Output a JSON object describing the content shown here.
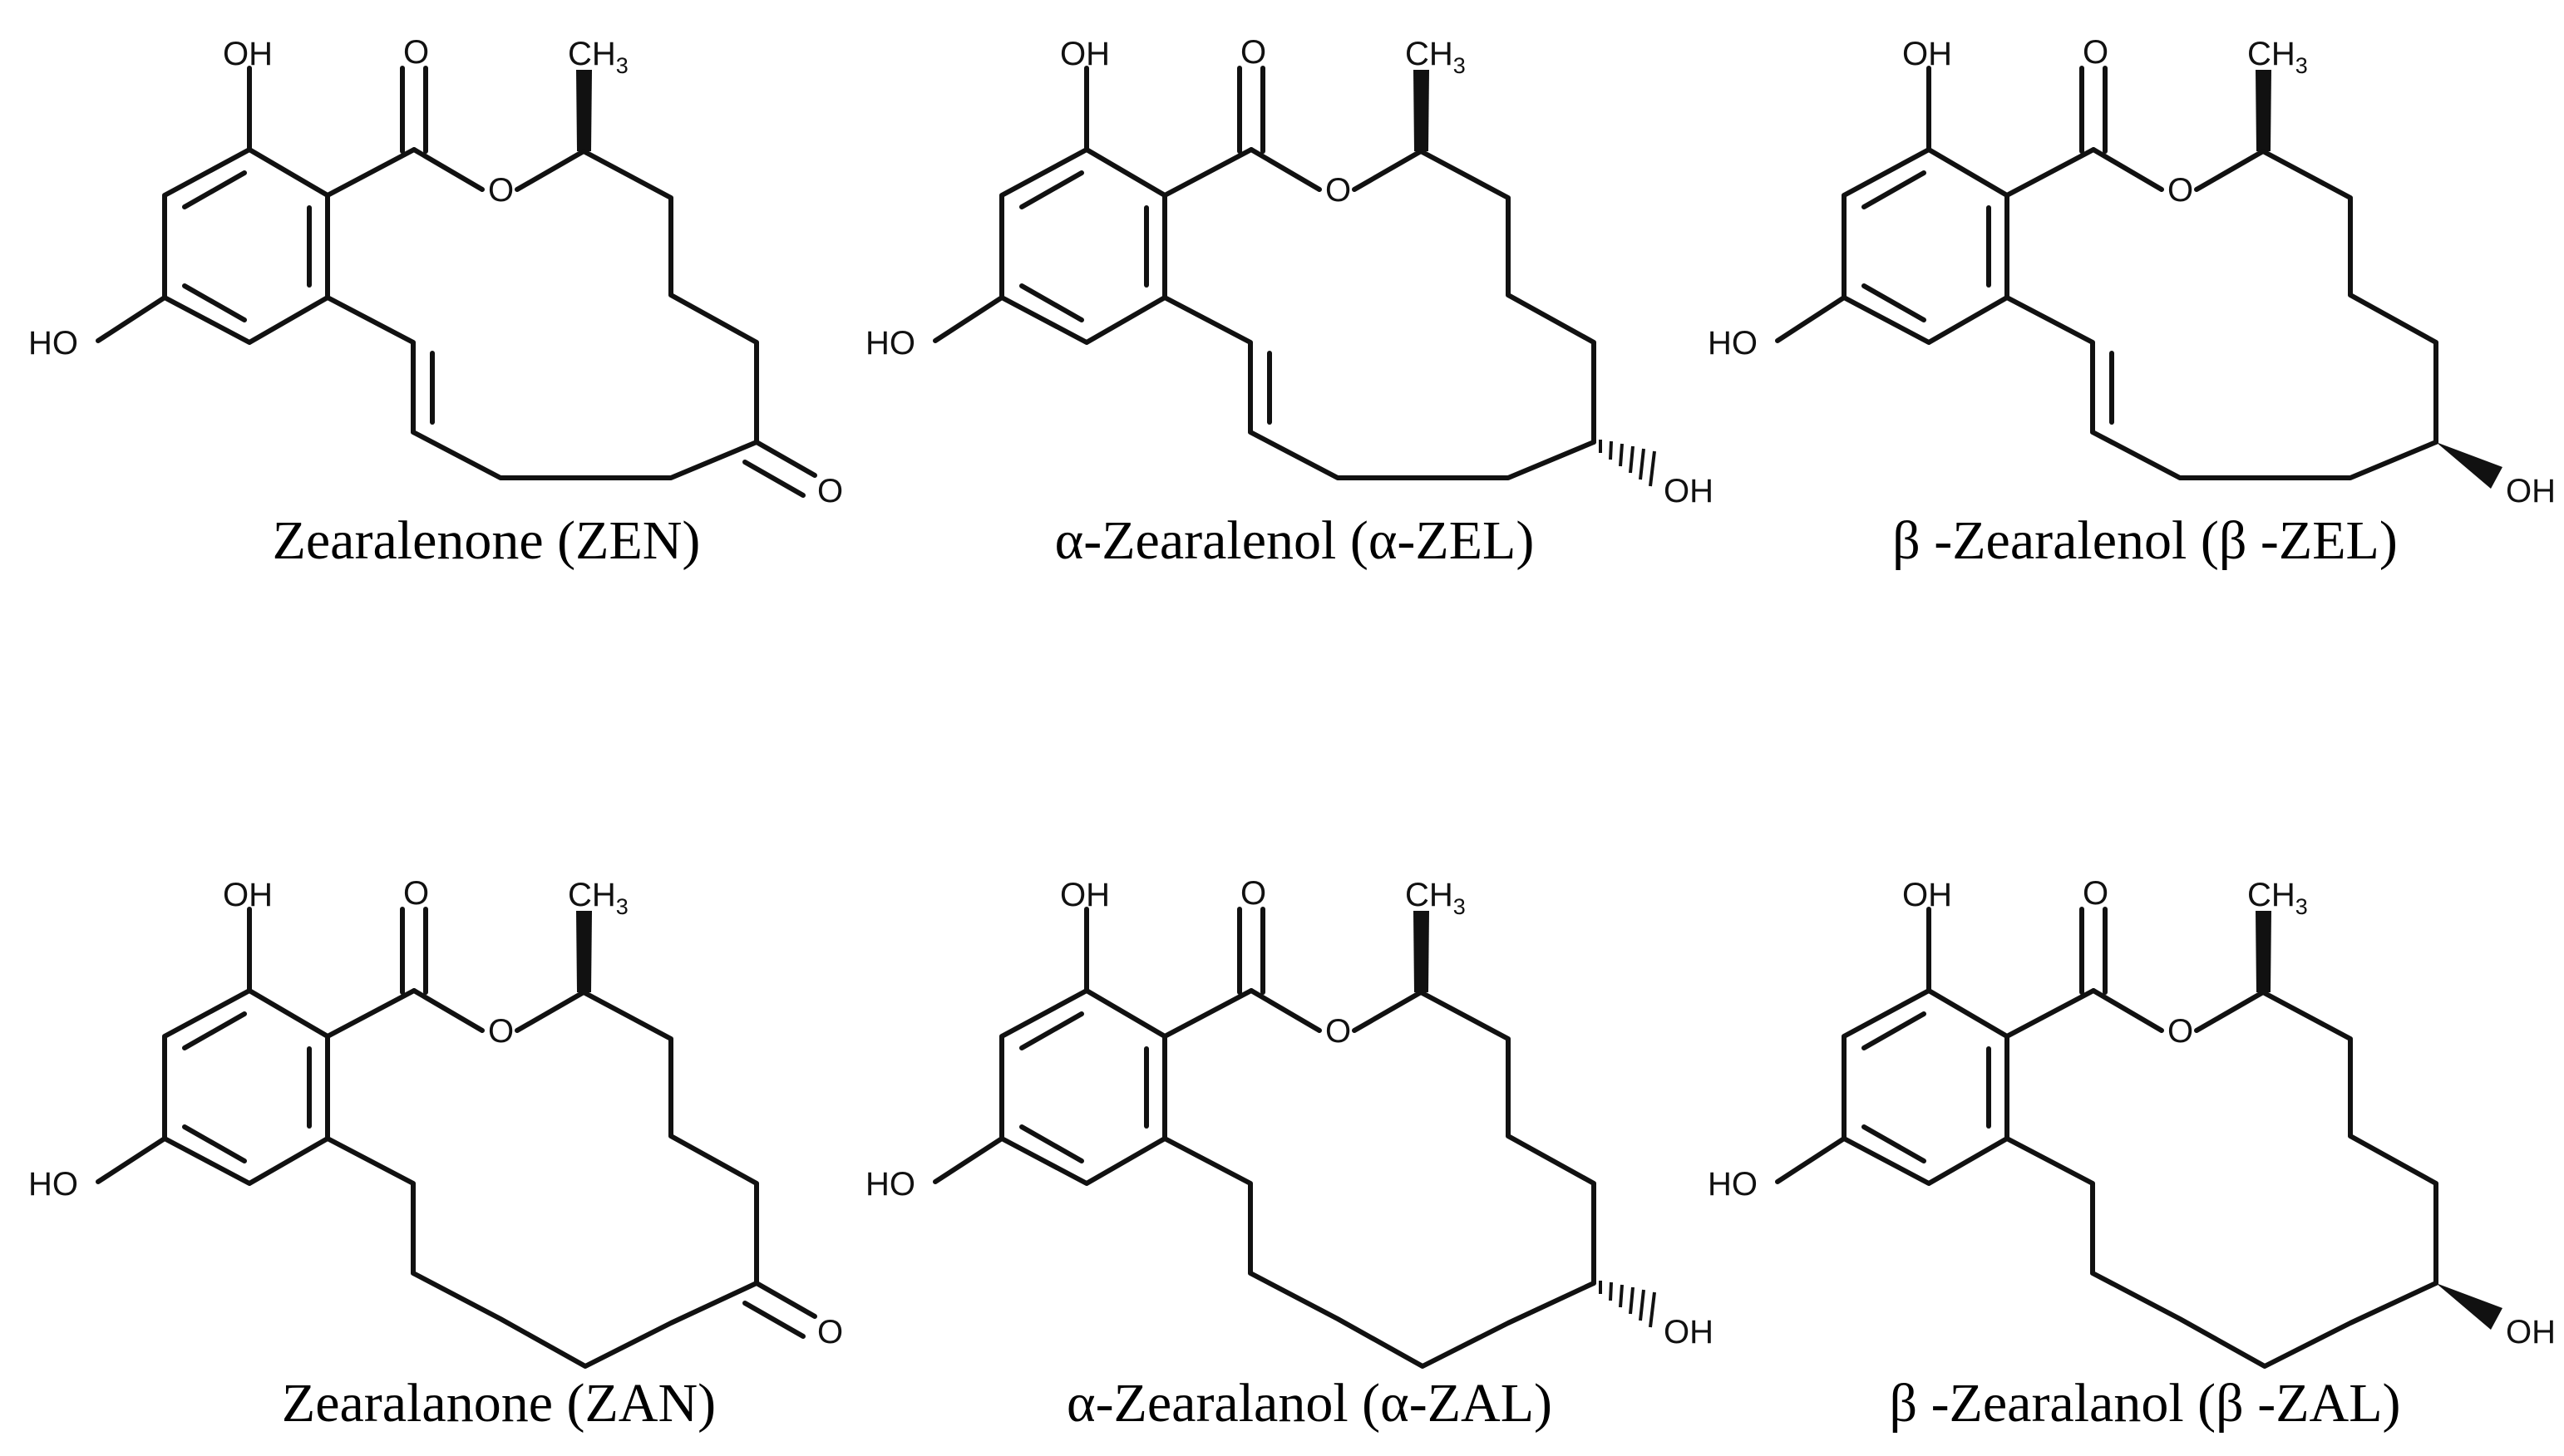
{
  "figure": {
    "structures": [
      {
        "id": "zen",
        "caption": "Zearalenone (ZEN)",
        "double_bond": true,
        "c6": "ketone",
        "oh_stereo": null
      },
      {
        "id": "a-zel",
        "caption": "α-Zearalenol (α-ZEL)",
        "double_bond": true,
        "c6": "alcohol",
        "oh_stereo": "hashed"
      },
      {
        "id": "b-zel",
        "caption": "β -Zearalenol (β -ZEL)",
        "double_bond": true,
        "c6": "alcohol",
        "oh_stereo": "wedge"
      },
      {
        "id": "zan",
        "caption": "Zearalanone (ZAN)",
        "double_bond": false,
        "c6": "ketone",
        "oh_stereo": null
      },
      {
        "id": "a-zal",
        "caption": "α-Zearalanol (α-ZAL)",
        "double_bond": false,
        "c6": "alcohol",
        "oh_stereo": "hashed"
      },
      {
        "id": "b-zal",
        "caption": "β -Zearalanol (β -ZAL)",
        "double_bond": false,
        "c6": "alcohol",
        "oh_stereo": "wedge"
      }
    ],
    "atom_labels": {
      "hydroxyl": "OH",
      "phenol_left": "HO",
      "ring_oxygen": "O",
      "carbonyl_oxygen": "O",
      "methyl": "CH",
      "methyl_subscript": "3",
      "alcohol": "OH"
    },
    "colors": {
      "ink": "#111111",
      "background": "#ffffff"
    }
  }
}
